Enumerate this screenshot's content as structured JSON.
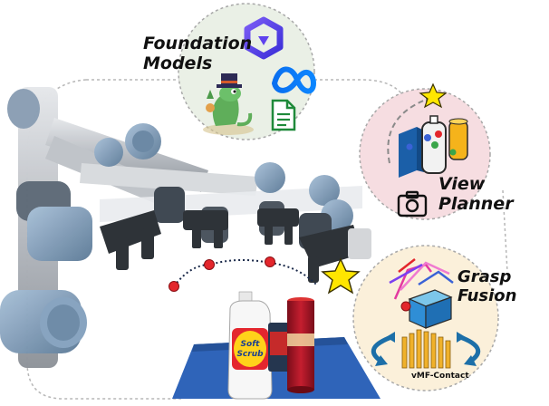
{
  "modules": {
    "foundation_models": {
      "line1": "Foundation",
      "line2": "Models"
    },
    "view_planner": {
      "line1": "View",
      "line2": "Planner"
    },
    "grasp_fusion": {
      "line1": "Grasp",
      "line2": "Fusion"
    }
  },
  "vmf_label": "vMF-Contact",
  "products": {
    "bottle_line1": "Soft",
    "bottle_line2": "Scrub"
  },
  "colors": {
    "fm_circle": "#eaf0e6",
    "vp_circle": "#f6dde1",
    "gf_circle": "#fbf0da",
    "waypoint": "#e3262c",
    "star": "#ffe600",
    "mat": "#2f64b9",
    "robot_gray": "#c9ccd1",
    "joint_blue": "#7f9fbf"
  },
  "icons": [
    "meta-logo-icon",
    "document-icon",
    "lizard-mascot-icon",
    "star-icon",
    "camera-icon",
    "hexagon-logo-icon"
  ]
}
